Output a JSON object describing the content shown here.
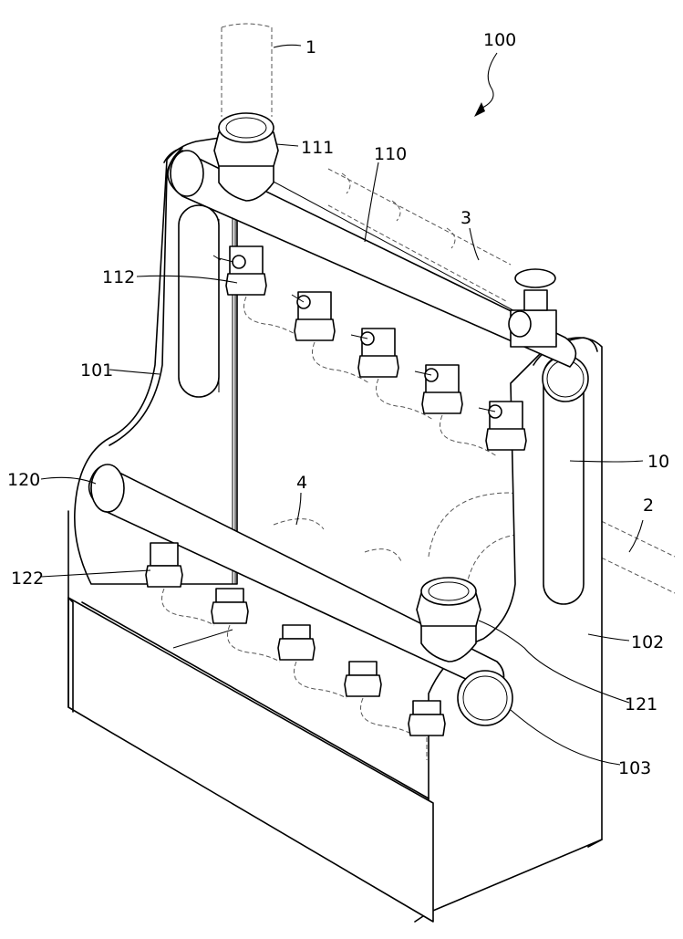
{
  "labels": {
    "l100": "100",
    "l1": "1",
    "l111": "111",
    "l110": "110",
    "l3": "3",
    "l112": "112",
    "l101": "101",
    "l10": "10",
    "l120": "120",
    "l4": "4",
    "l2": "2",
    "l122": "122",
    "l102": "102",
    "l121": "121",
    "l103": "103"
  }
}
